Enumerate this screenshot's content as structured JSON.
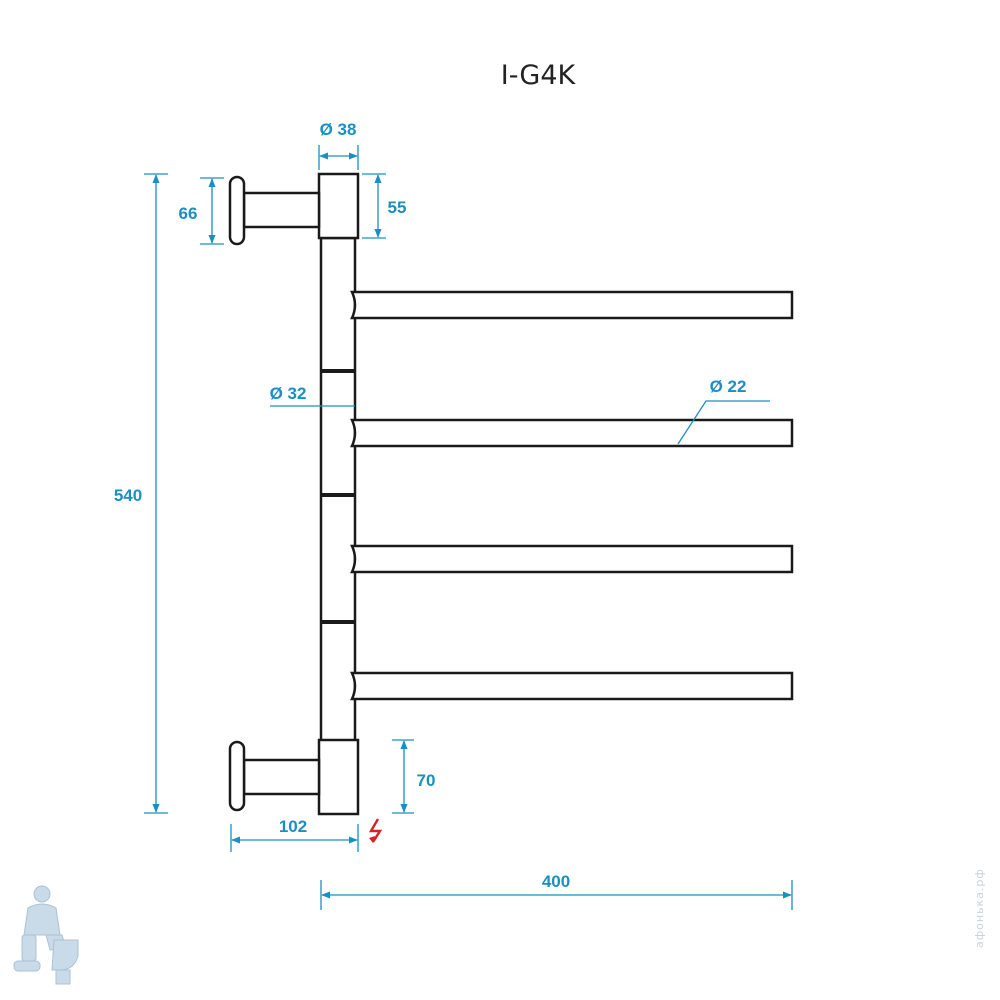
{
  "title": "I-G4K",
  "dimensions": {
    "tube_diameter": "Ø 38",
    "upper_block_height": "55",
    "mount_plate_height": "66",
    "overall_height": "540",
    "riser_diameter": "Ø 32",
    "bar_diameter": "Ø 22",
    "lower_block_height": "70",
    "wall_offset": "102",
    "bar_length": "400"
  },
  "watermark": "афонька.рф",
  "colors": {
    "dimension": "#1a8fc2",
    "outline": "#1a1a1a",
    "electric_symbol": "#d6232a",
    "logo": "#c9dbe8"
  },
  "icons": {
    "electric": "lightning-icon",
    "logo": "plumber-logo-icon"
  }
}
